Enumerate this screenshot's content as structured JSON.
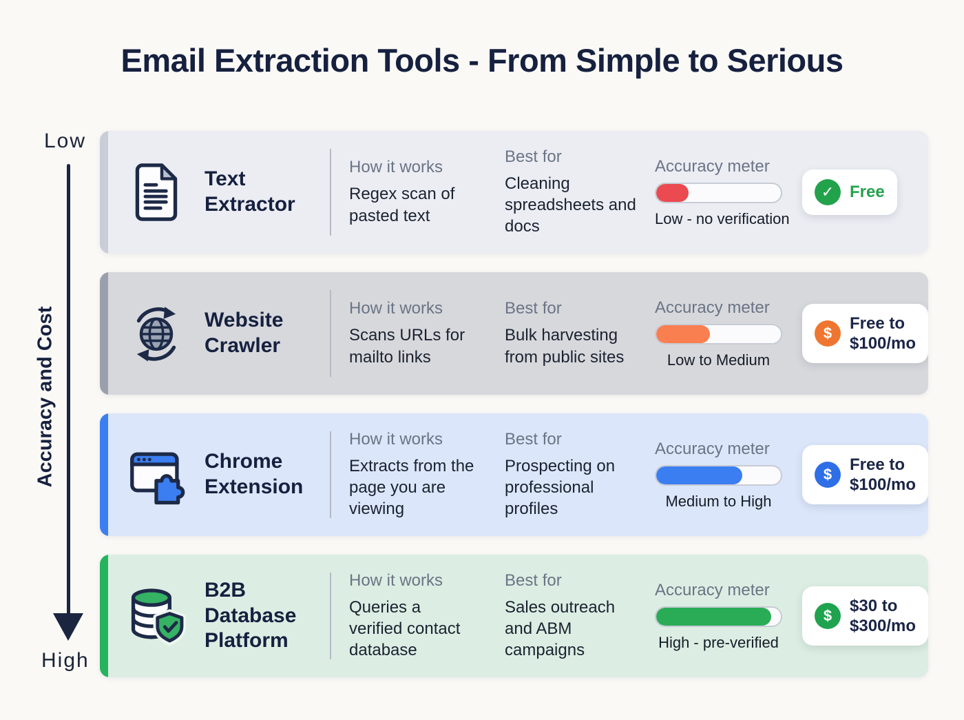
{
  "page": {
    "title": "Email Extraction Tools - From Simple to Serious",
    "background": "#faf9f6"
  },
  "axis": {
    "top": "Low",
    "bottom": "High",
    "title": "Accuracy and Cost",
    "arrow_color": "#1c2540"
  },
  "column_labels": {
    "how": "How it works",
    "best": "Best for",
    "accuracy": "Accuracy meter"
  },
  "rows": [
    {
      "name": "Text Extractor",
      "icon": "document-icon",
      "how": "Regex scan of pasted text",
      "best": "Cleaning spreadsheets and docs",
      "accuracy_caption": "Low - no verification",
      "accuracy_percent": 26,
      "meter_color": "#ea4a50",
      "card_bg": "#ebedf3",
      "strip_color": "#c9cdd7",
      "price": "Free",
      "price_icon": "check-circle-icon",
      "price_icon_glyph": "✓",
      "price_icon_color": "#23a24c",
      "price_text_color": "#23a24c"
    },
    {
      "name": "Website Crawler",
      "icon": "globe-sync-icon",
      "how": "Scans URLs for mailto links",
      "best": "Bulk harvesting from public sites",
      "accuracy_caption": "Low to Medium",
      "accuracy_percent": 43,
      "meter_color": "#f97e50",
      "card_bg": "#d7d8dc",
      "strip_color": "#9aa0ab",
      "price": "Free to $100/mo",
      "price_icon": "dollar-circle-icon",
      "price_icon_glyph": "$",
      "price_icon_color": "#ef7630",
      "price_text_color": "#1b2547"
    },
    {
      "name": "Chrome Extension",
      "icon": "browser-extension-icon",
      "how": "Extracts from the page you are viewing",
      "best": "Prospecting on professional profiles",
      "accuracy_caption": "Medium to High",
      "accuracy_percent": 69,
      "meter_color": "#3b7ef2",
      "card_bg": "#dbe6fa",
      "strip_color": "#3b7ef2",
      "price": "Free to $100/mo",
      "price_icon": "dollar-circle-icon",
      "price_icon_glyph": "$",
      "price_icon_color": "#2e6fe8",
      "price_text_color": "#1b2547"
    },
    {
      "name": "B2B Database Platform",
      "icon": "database-shield-icon",
      "how": "Queries a verified contact database",
      "best": "Sales outreach and ABM campaigns",
      "accuracy_caption": "High - pre-verified",
      "accuracy_percent": 92,
      "meter_color": "#2aac57",
      "card_bg": "#dceee3",
      "strip_color": "#25b45e",
      "price": "$30 to $300/mo",
      "price_icon": "dollar-circle-icon",
      "price_icon_glyph": "$",
      "price_icon_color": "#1fa34e",
      "price_text_color": "#1b2547"
    }
  ]
}
